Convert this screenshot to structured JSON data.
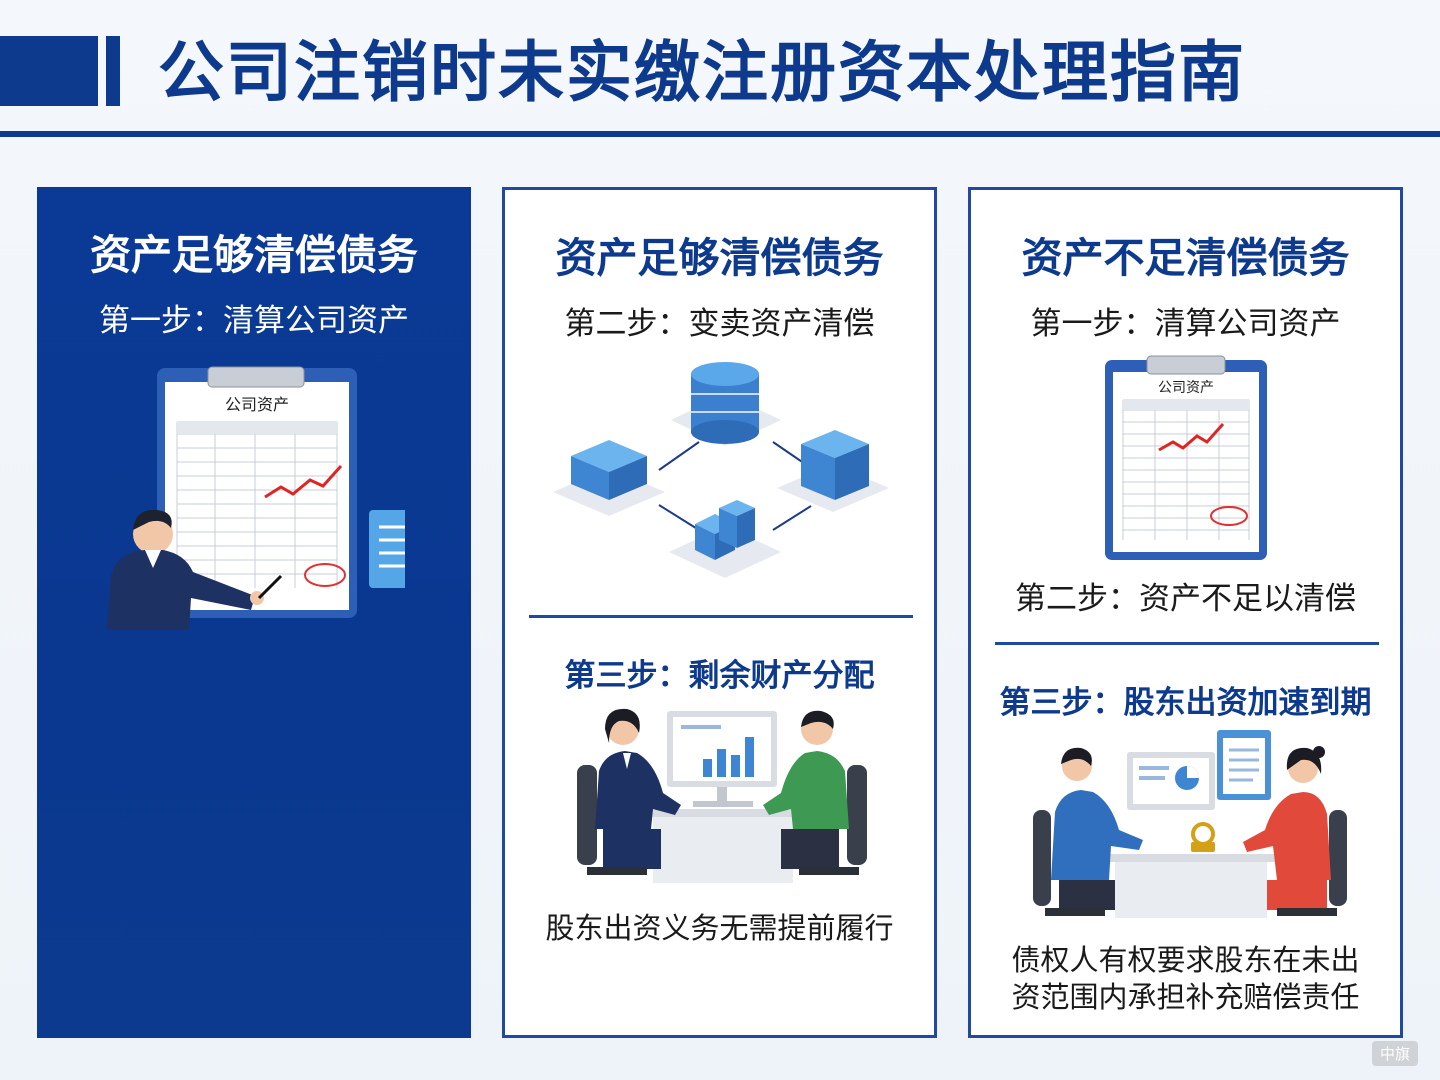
{
  "header": {
    "title": "公司注销时未实缴注册资本处理指南"
  },
  "panels": [
    {
      "title": "资产足够清偿债务",
      "step1": "第一步：清算公司资产",
      "clipboard_label": "公司资产"
    },
    {
      "title": "资产足够清偿债务",
      "step2": "第二步：变卖资产清偿",
      "step3": "第三步：剩余财产分配",
      "note": "股东出资义务无需提前履行"
    },
    {
      "title": "资产不足清偿债务",
      "step1": "第一步：清算公司资产",
      "clipboard_label": "公司资产",
      "step2": "第二步：资产不足以清偿",
      "step3": "第三步：股东出资加速到期",
      "note_line1": "债权人有权要求股东在未出",
      "note_line2": "资范围内承担补充赔偿责任"
    }
  ],
  "watermark": "中旗",
  "colors": {
    "primary": "#0d3a8c",
    "panel_border": "#1e4aa3",
    "accent_light": "#4aa3e0"
  }
}
